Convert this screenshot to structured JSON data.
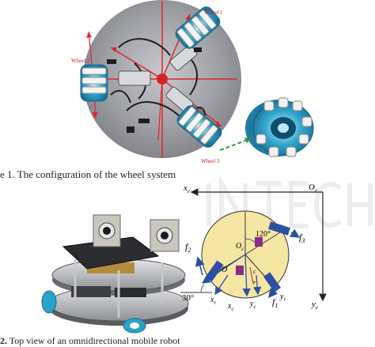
{
  "figure1": {
    "labels": {
      "wheel1": "Wheel 1",
      "wheel2": "Wheel 2",
      "wheel3": "Wheel 3"
    },
    "caption": "e 1. The configuration of the wheel system"
  },
  "figure2": {
    "diagram": {
      "frame_origin": "Oe",
      "frame_origin_main": "O",
      "frame_origin_sub": "e",
      "xe_main": "x",
      "xe_sub": "e",
      "ye_main": "y",
      "ye_sub": "e",
      "oc_main": "O",
      "oc_sub": "c",
      "o_label": "O",
      "f1_main": "f",
      "f1_sub": "1",
      "f2_main": "f",
      "f2_sub": "2",
      "f3_main": "f",
      "f3_sub": "3",
      "angle_120": "120°",
      "angle_30": "30°",
      "xr_main": "x",
      "xr_sub": "r",
      "xc_main": "x",
      "xc_sub": "c",
      "yc_main": "y",
      "yc_sub": "c",
      "yr_main": "y",
      "yr_sub": "r",
      "r_label": "r",
      "c_label": "c"
    },
    "caption_bold": "2.",
    "caption_rest": " Top view of an omnidirectional mobile robot"
  },
  "colors": {
    "red_arrow": "#e0262b",
    "wheel_blue": "#2aa1c9",
    "disk_gray": "#9a9ba0",
    "diagram_circle": "#f6e6a4",
    "wheel_block_blue": "#2d4fa3",
    "wheel_block_purple": "#8b2c86",
    "green_arrow": "#2f9a3a"
  }
}
